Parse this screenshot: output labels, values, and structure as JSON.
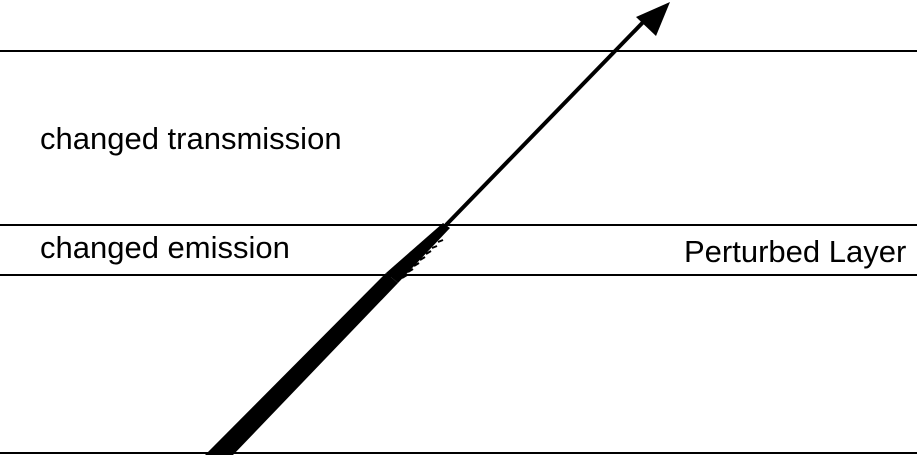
{
  "labels": {
    "transmission": "changed transmission",
    "emission": "changed emission",
    "layer": "Perturbed Layer"
  },
  "colors": {
    "line": "#000000",
    "text": "#000000",
    "background": "#ffffff"
  },
  "icons": {
    "ray_head": "arrowhead-icon"
  }
}
